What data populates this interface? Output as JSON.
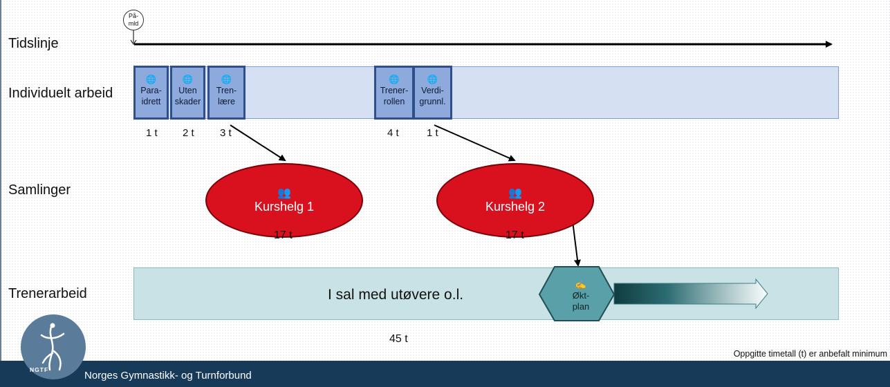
{
  "start_marker": {
    "line1": "På-",
    "line2": "mld"
  },
  "rows": {
    "timeline": "Tidslinje",
    "individual": "Individuelt arbeid",
    "gatherings": "Samlinger",
    "coach_work": "Trenerarbeid"
  },
  "modules": [
    {
      "line1": "Para-",
      "line2": "idrett",
      "hours": "1 t"
    },
    {
      "line1": "Uten",
      "line2": "skader",
      "hours": "2 t"
    },
    {
      "line1": "Tren-",
      "line2": "lære",
      "hours": "3 t"
    },
    {
      "line1": "Trener-",
      "line2": "rollen",
      "hours": "4 t"
    },
    {
      "line1": "Verdi-",
      "line2": "grunnl.",
      "hours": "1 t"
    }
  ],
  "gatherings": [
    {
      "label": "Kurshelg 1",
      "hours": "17 t"
    },
    {
      "label": "Kurshelg 2",
      "hours": "17 t"
    }
  ],
  "coach_work": {
    "label": "I sal med utøvere o.l.",
    "hours": "45 t"
  },
  "session_plan": {
    "line1": "Økt-",
    "line2": "plan"
  },
  "note": "Oppgitte timetall (t) er anbefalt minimum",
  "logo_text": "NGTF",
  "footer": "Norges Gymnastikk- og Turnforbund",
  "colors": {
    "module_fill": "#8ea9db",
    "module_border": "#2f4f8a",
    "individual_track": "#d5e0f3",
    "gathering_fill": "#d9101e",
    "coach_track": "#c9e2e6",
    "hexagon": "#5aa0a8",
    "footer_bar": "#163a58"
  }
}
